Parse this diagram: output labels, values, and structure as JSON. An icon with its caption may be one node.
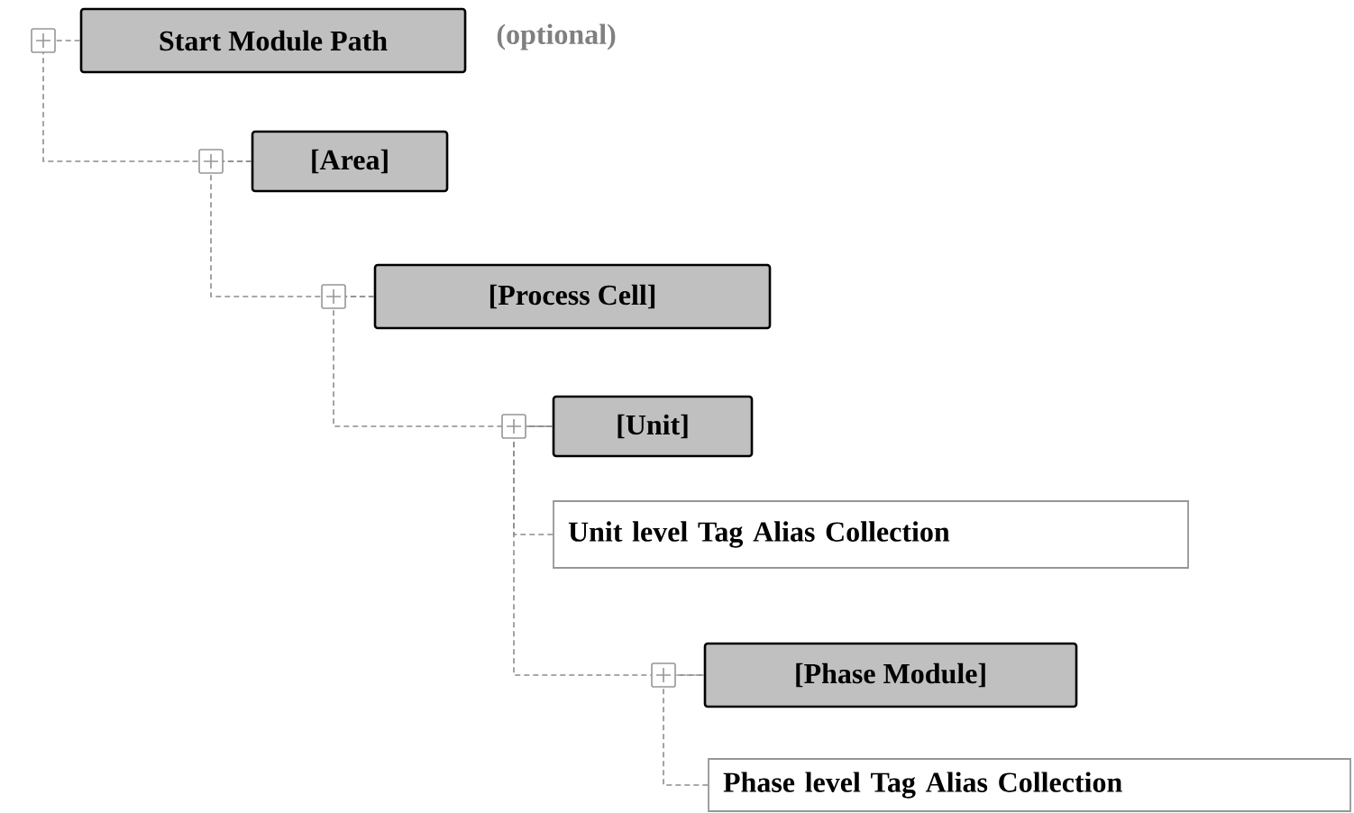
{
  "diagram": {
    "nodes": [
      {
        "text": [
          "Start Module Path"
        ],
        "beside": [
          "(optional)"
        ]
      },
      {
        "text": [
          "[Area]"
        ]
      },
      {
        "text": [
          "[Process Cell]"
        ]
      },
      {
        "text": [
          "[Unit]"
        ]
      },
      {
        "text": [
          "Unit level Tag Alias Collection"
        ]
      },
      {
        "text": [
          "[Phase Module]"
        ]
      },
      {
        "text": [
          "Phase level Tag Alias Collection"
        ]
      }
    ],
    "edges": [
      {
        "from": 0,
        "to": 1,
        "arrow": "none",
        "style": "dashed"
      },
      {
        "from": 1,
        "to": 2,
        "arrow": "none",
        "style": "dashed"
      },
      {
        "from": 2,
        "to": 3,
        "arrow": "none",
        "style": "dashed"
      },
      {
        "from": 3,
        "to": 4,
        "arrow": "none",
        "style": "dashed"
      },
      {
        "from": 3,
        "to": 5,
        "arrow": "none",
        "style": "dashed"
      },
      {
        "from": 5,
        "to": 6,
        "arrow": "none",
        "style": "dashed"
      }
    ]
  }
}
